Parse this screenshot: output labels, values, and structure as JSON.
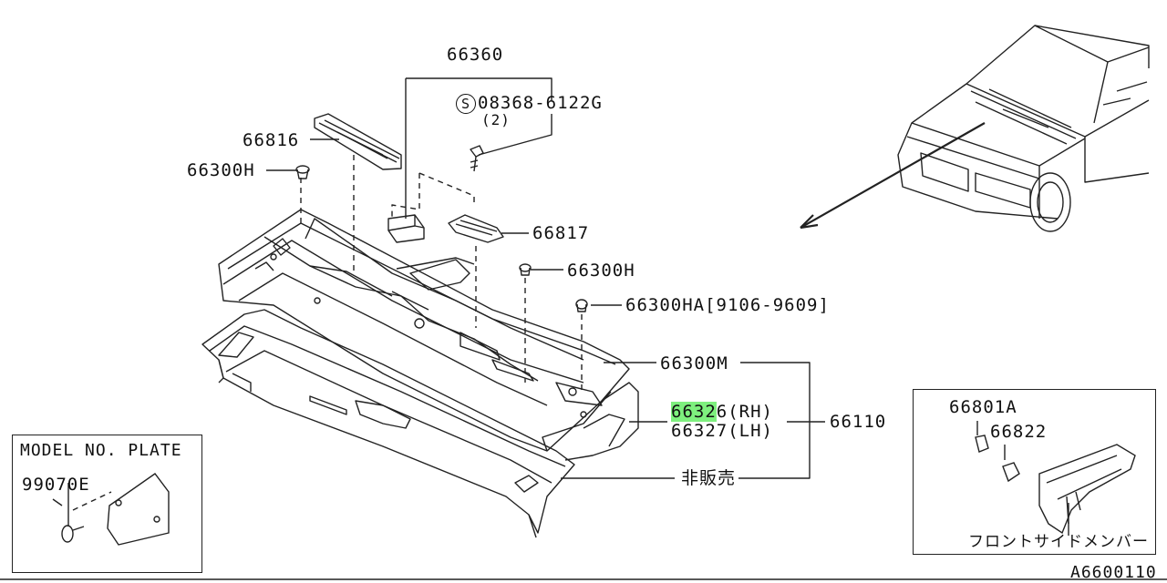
{
  "labels": {
    "p66360": "66360",
    "s_mark": "S",
    "p08368": "08368-6122G",
    "qty2": "(2)",
    "p66816": "66816",
    "p66300H_a": "66300H",
    "p66817": "66817",
    "p66300H_b": "66300H",
    "p66300HA": "66300HA[9106-9609]",
    "p66300M": "66300M",
    "p66326_hl": "6632",
    "p66326_rest": "6(RH)",
    "p66327": "66327(LH)",
    "p66110": "66110",
    "not_for_sale": "非販売",
    "model_plate_title": "MODEL NO. PLATE",
    "p99070E": "99070E",
    "p66801A": "66801A",
    "p66822": "66822",
    "front_side_member": "フロントサイドメンバー",
    "diagram_code": "A6600110"
  },
  "colors": {
    "line": "#222222",
    "highlight": "#7ef07e",
    "background": "#ffffff"
  }
}
